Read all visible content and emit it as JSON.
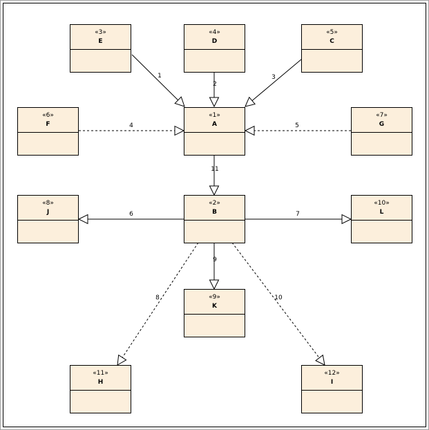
{
  "diagram": {
    "classes": [
      {
        "id": "A",
        "stereotype": "«1»",
        "name": "A"
      },
      {
        "id": "B",
        "stereotype": "«2»",
        "name": "B"
      },
      {
        "id": "E",
        "stereotype": "«3»",
        "name": "E"
      },
      {
        "id": "D",
        "stereotype": "«4»",
        "name": "D"
      },
      {
        "id": "C",
        "stereotype": "«5»",
        "name": "C"
      },
      {
        "id": "F",
        "stereotype": "«6»",
        "name": "F"
      },
      {
        "id": "G",
        "stereotype": "«7»",
        "name": "G"
      },
      {
        "id": "J",
        "stereotype": "«8»",
        "name": "J"
      },
      {
        "id": "K",
        "stereotype": "«9»",
        "name": "K"
      },
      {
        "id": "L",
        "stereotype": "«10»",
        "name": "L"
      },
      {
        "id": "H",
        "stereotype": "«11»",
        "name": "H"
      },
      {
        "id": "I",
        "stereotype": "«12»",
        "name": "I"
      }
    ],
    "relations": [
      {
        "label": "1",
        "from": "E",
        "to": "A",
        "style": "solid"
      },
      {
        "label": "2",
        "from": "D",
        "to": "A",
        "style": "solid"
      },
      {
        "label": "3",
        "from": "C",
        "to": "A",
        "style": "solid"
      },
      {
        "label": "4",
        "from": "F",
        "to": "A",
        "style": "dashed"
      },
      {
        "label": "5",
        "from": "G",
        "to": "A",
        "style": "dashed"
      },
      {
        "label": "11",
        "from": "A",
        "to": "B",
        "style": "solid"
      },
      {
        "label": "6",
        "from": "B",
        "to": "J",
        "style": "solid"
      },
      {
        "label": "7",
        "from": "B",
        "to": "L",
        "style": "solid"
      },
      {
        "label": "9",
        "from": "B",
        "to": "K",
        "style": "solid"
      },
      {
        "label": "8",
        "from": "B",
        "to": "H",
        "style": "dashed"
      },
      {
        "label": "10",
        "from": "B",
        "to": "I",
        "style": "dashed"
      }
    ],
    "colors": {
      "box_fill": "#fcefdc",
      "stroke": "#000000",
      "frame": "#a0a0a0"
    }
  }
}
